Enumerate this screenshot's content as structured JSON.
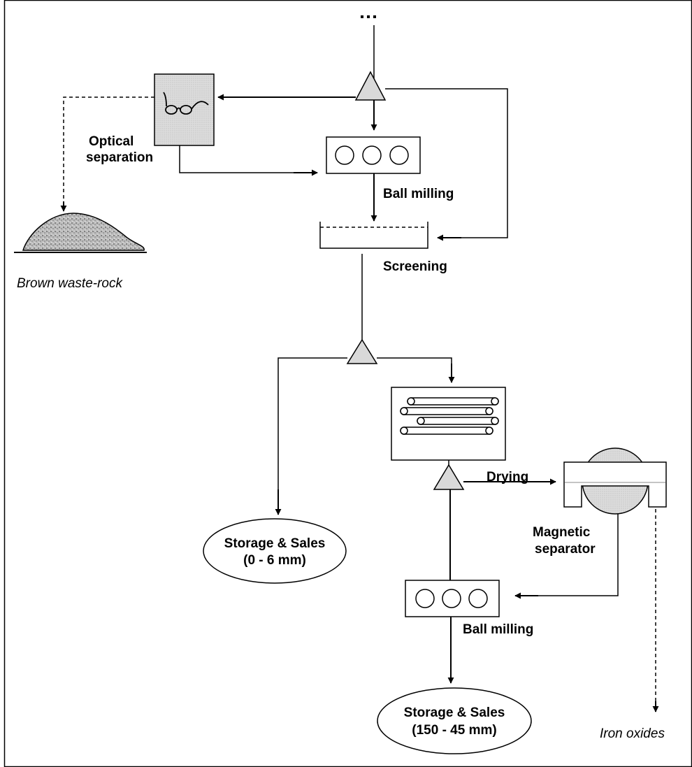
{
  "labels": {
    "optical_separation_line1": "Optical",
    "optical_separation_line2": "separation",
    "ball_milling_1": "Ball milling",
    "screening": "Screening",
    "brown_waste_rock": "Brown waste-rock",
    "drying": "Drying",
    "magnetic_separator_line1": "Magnetic",
    "magnetic_separator_line2": "separator",
    "ball_milling_2": "Ball milling",
    "iron_oxides": "Iron oxides"
  },
  "outputs": {
    "storage_1_line1": "Storage & Sales",
    "storage_1_line2": "(0 - 6 mm)",
    "storage_2_line1": "Storage & Sales",
    "storage_2_line2": "(150 - 45 mm)"
  },
  "colors": {
    "equipment_fill": "#d0d0d0",
    "splitter_fill": "#d9d9d9",
    "line": "#000000"
  },
  "icons": [
    "glasses-icon",
    "mill-balls-icon",
    "dryer-rollers-icon",
    "magnet-drum-icon",
    "waste-pile-icon"
  ]
}
